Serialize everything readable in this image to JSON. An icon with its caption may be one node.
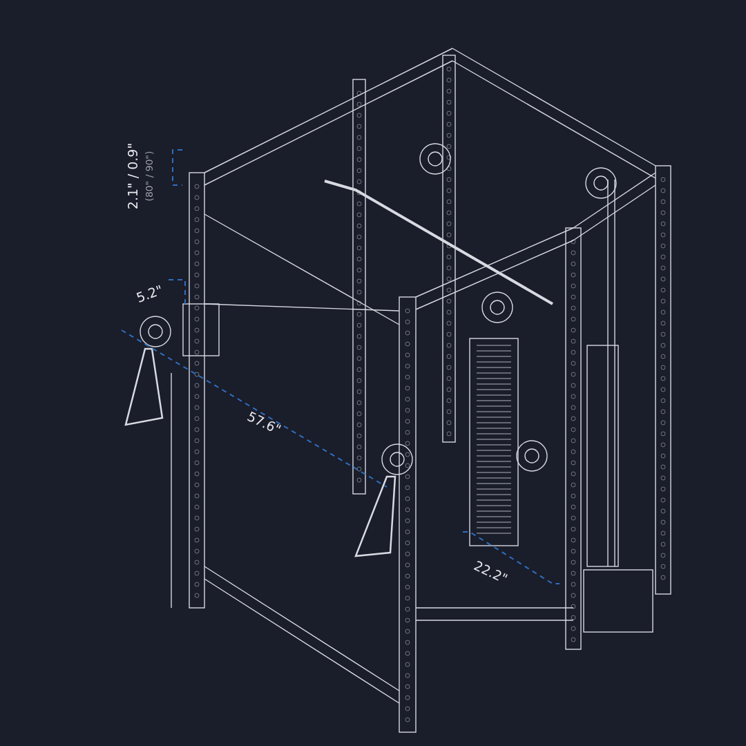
{
  "diagram": {
    "labels": [
      "2.1\" / 0.9\"",
      "(80\" / 90\")",
      "5.2\"",
      "57.6\"",
      "22.2\""
    ]
  }
}
